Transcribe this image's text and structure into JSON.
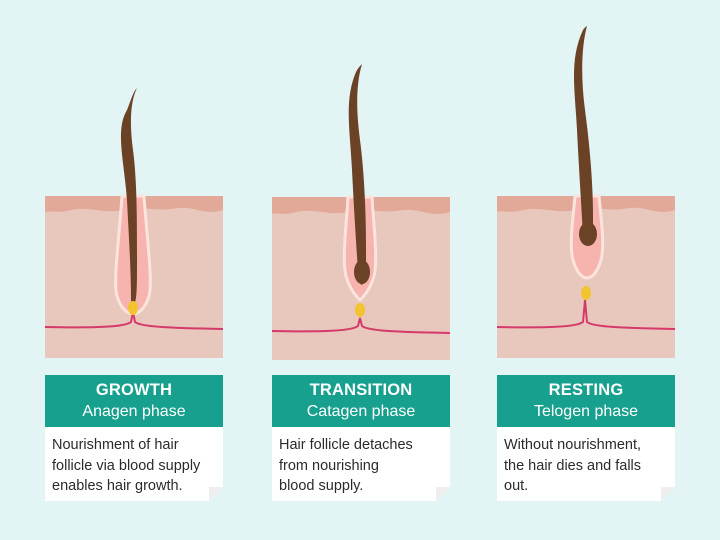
{
  "colors": {
    "background": "#e2f5f4",
    "teal": "#17a08e",
    "skin": "#e8c8bc",
    "skin_top": "#e2a898",
    "follicle": "#f7b3ae",
    "hair": "#6b4226",
    "blood_vessel": "#d63a6a",
    "papilla": "#f4c430"
  },
  "phases": [
    {
      "title": "GROWTH",
      "subtitle": "Anagen phase",
      "description": "Nourishment of hair\nfollicle via blood supply\nenables hair growth."
    },
    {
      "title": "TRANSITION",
      "subtitle": "Catagen phase",
      "description": "Hair follicle detaches\nfrom nourishing\nblood supply."
    },
    {
      "title": "RESTING",
      "subtitle": "Telogen phase",
      "description": "Without nourishment,\nthe hair dies and falls\nout."
    }
  ]
}
